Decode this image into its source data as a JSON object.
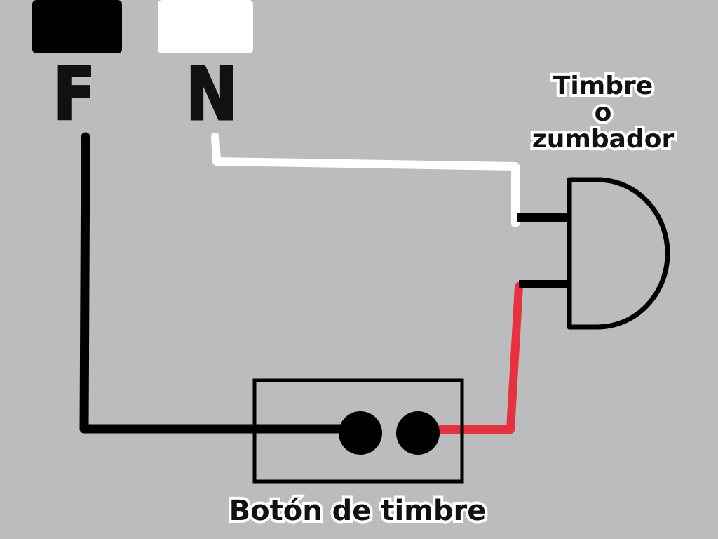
{
  "labels": {
    "phase": "F",
    "neutral": "N",
    "buzzer_line1": "Timbre",
    "buzzer_line2": "o",
    "buzzer_line3": "zumbador",
    "button": "Botón de timbre"
  },
  "colors": {
    "background": "#bbbcbe",
    "phase_terminal": "#000000",
    "neutral_terminal": "#ffffff",
    "phase_wire": "#000000",
    "neutral_wire": "#ffffff",
    "switched_wire": "#e8303f",
    "outline": "#000000"
  }
}
